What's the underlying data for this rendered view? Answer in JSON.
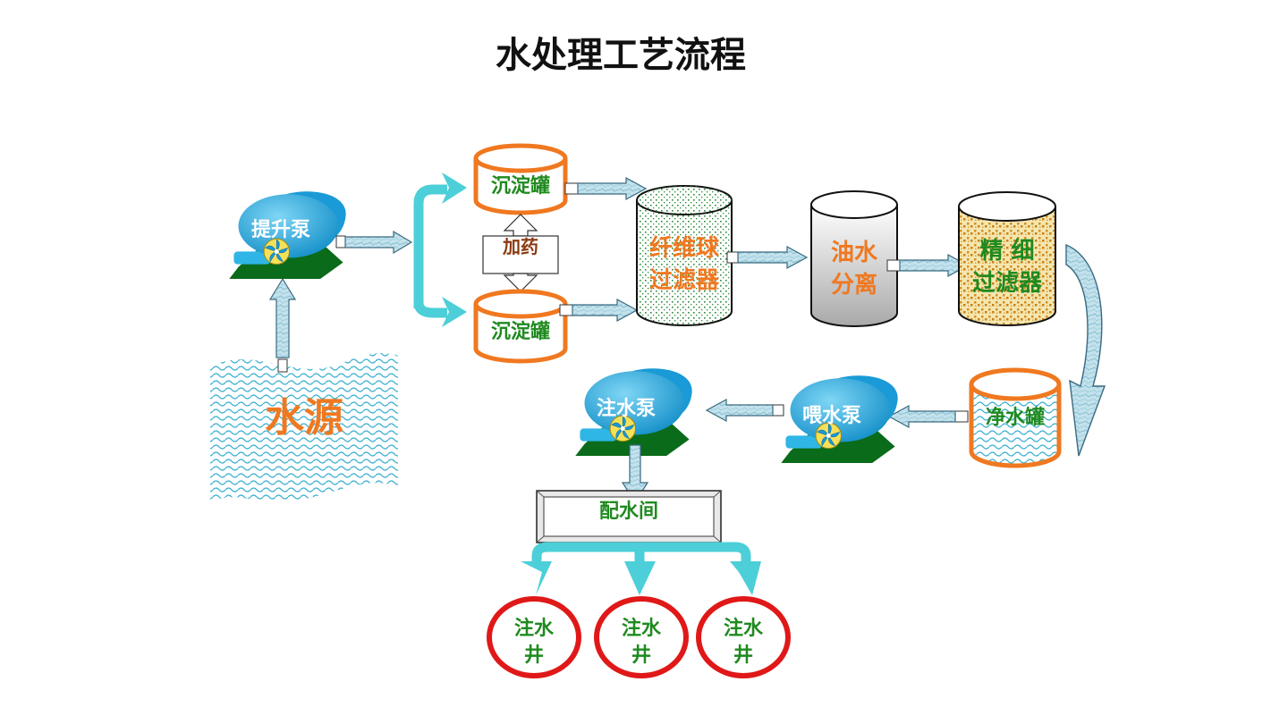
{
  "title": "水处理工艺流程",
  "nodes": {
    "lift_pump": "提升泵",
    "water_source": "水源",
    "settling_tank_top": "沉淀罐",
    "settling_tank_bottom": "沉淀罐",
    "dosing": "加药",
    "fiber_filter_line1": "纤维球",
    "fiber_filter_line2": "过滤器",
    "oil_separator_line1": "油水",
    "oil_separator_line2": "分离",
    "fine_filter_line1": "精 细",
    "fine_filter_line2": "过滤器",
    "clean_tank": "净水罐",
    "feed_pump": "喂水泵",
    "injection_pump": "注水泵",
    "distribution_room": "配水间",
    "wells": [
      {
        "line1": "注水",
        "line2": "井"
      },
      {
        "line1": "注水",
        "line2": "井"
      },
      {
        "line1": "注水",
        "line2": "井"
      }
    ]
  },
  "colors": {
    "green_text": "#1f8a1f",
    "orange": "#f07820",
    "red_ring": "#e01818",
    "cyan_arrow": "#4ccfd8",
    "pump_blue": "#1fa0d8",
    "pump_base": "#0a6b1a",
    "pipe_blue": "#a8d0e6",
    "source_blue": "#3bb0d0"
  }
}
